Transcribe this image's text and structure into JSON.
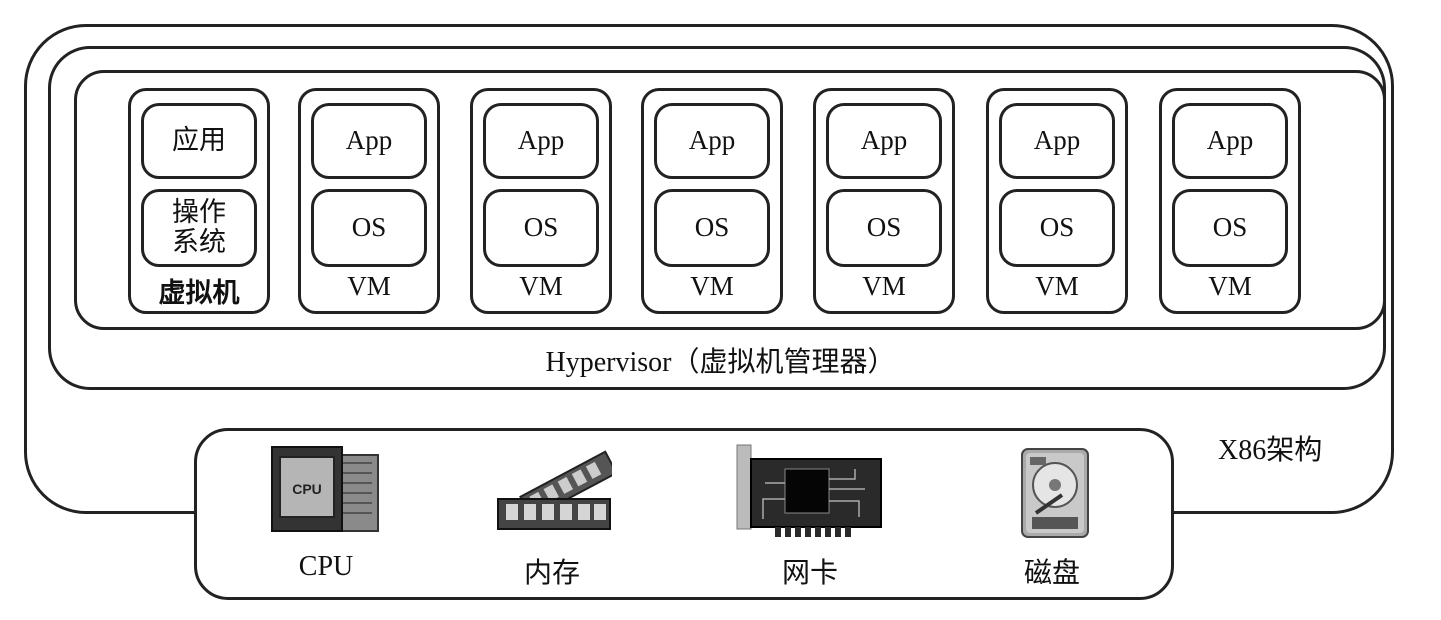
{
  "vms": [
    {
      "app": "应用",
      "os": "操作\n系统",
      "label": "虚拟机"
    },
    {
      "app": "App",
      "os": "OS",
      "label": "VM"
    },
    {
      "app": "App",
      "os": "OS",
      "label": "VM"
    },
    {
      "app": "App",
      "os": "OS",
      "label": "VM"
    },
    {
      "app": "App",
      "os": "OS",
      "label": "VM"
    },
    {
      "app": "App",
      "os": "OS",
      "label": "VM"
    },
    {
      "app": "App",
      "os": "OS",
      "label": "VM"
    }
  ],
  "hypervisor_label": "Hypervisor（虚拟机管理器）",
  "architecture_label": "X86架构",
  "hardware": [
    {
      "label": "CPU",
      "icon": "cpu-icon",
      "icon_text": "CPU"
    },
    {
      "label": "内存",
      "icon": "memory-icon"
    },
    {
      "label": "网卡",
      "icon": "network-card-icon"
    },
    {
      "label": "磁盘",
      "icon": "disk-icon"
    }
  ]
}
